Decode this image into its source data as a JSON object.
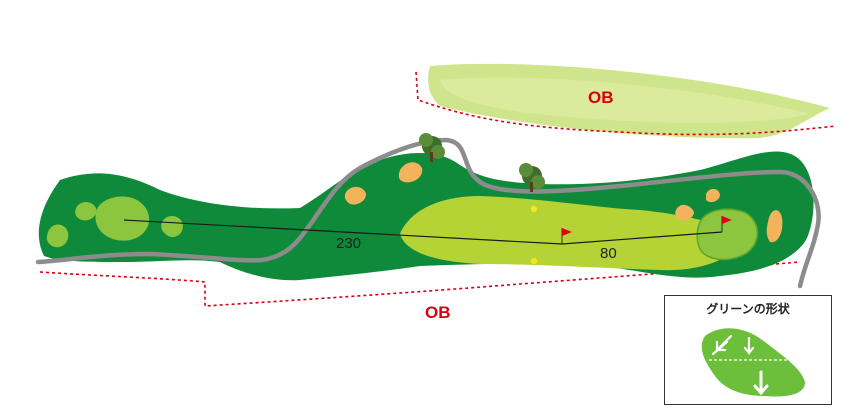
{
  "hole_map": {
    "ob_top_label": "OB",
    "ob_bottom_label": "OB",
    "distance_from_tee": "230",
    "distance_to_green": "80"
  },
  "green_shape_box": {
    "title": "グリーンの形状"
  },
  "colors": {
    "rough": "#0f8a3a",
    "fairway": "#b5d334",
    "tee": "#8cc63f",
    "green": "#8cc63f",
    "bunker": "#f2b35c",
    "cart_path": "#8c8c8c",
    "ob_line": "#d7000f",
    "hazard_area": "#c9e27a",
    "flag": "#e2001a"
  }
}
